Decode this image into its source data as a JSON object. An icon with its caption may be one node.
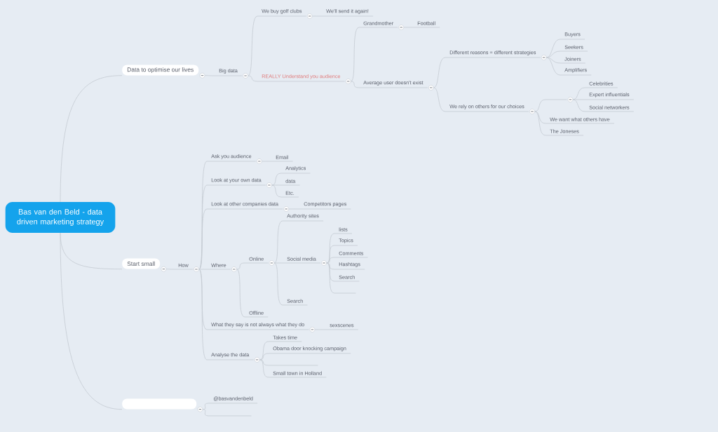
{
  "diagram": {
    "nodes": [
      {
        "text": [
          "Bas van den Beld - data driven marketing strategy"
        ]
      },
      {
        "text": [
          "Data to optimise our lives"
        ]
      },
      {
        "text": [
          "Big data"
        ]
      },
      {
        "text": [
          "We buy golf clubs"
        ]
      },
      {
        "text": [
          "We'll send it again!"
        ]
      },
      {
        "text": [
          "REALLY Understand you audience"
        ]
      },
      {
        "text": [
          "Grandmother"
        ]
      },
      {
        "text": [
          "Football"
        ]
      },
      {
        "text": [
          "Average user doesn't exist"
        ]
      },
      {
        "text": [
          "Different reasons = different strategies"
        ]
      },
      {
        "text": [
          "Buyers"
        ]
      },
      {
        "text": [
          "Seekers"
        ]
      },
      {
        "text": [
          "Joiners"
        ]
      },
      {
        "text": [
          "Amplifiers"
        ]
      },
      {
        "text": [
          "We rely on others for our choices"
        ]
      },
      {
        "text": [],
        "shape": "line"
      },
      {
        "text": [
          "Celebrities"
        ]
      },
      {
        "text": [
          "Expert influentials"
        ]
      },
      {
        "text": [
          "Social networkers"
        ]
      },
      {
        "text": [
          "We want what others have"
        ]
      },
      {
        "text": [
          "The Joneses"
        ]
      },
      {
        "text": [
          "Start small"
        ]
      },
      {
        "text": [
          "How"
        ]
      },
      {
        "text": [
          "Ask you audience"
        ]
      },
      {
        "text": [
          "Email"
        ]
      },
      {
        "text": [
          "Look at your own data"
        ]
      },
      {
        "text": [
          "Analytics"
        ]
      },
      {
        "text": [
          "data"
        ]
      },
      {
        "text": [
          "Etc."
        ]
      },
      {
        "text": [
          "Look at other companies data"
        ]
      },
      {
        "text": [
          "Competitors pages"
        ]
      },
      {
        "text": [
          "Where"
        ]
      },
      {
        "text": [
          "Online"
        ]
      },
      {
        "text": [
          "Authority sites"
        ]
      },
      {
        "text": [
          "Social media"
        ]
      },
      {
        "text": [
          "lists"
        ]
      },
      {
        "text": [
          "Topics"
        ]
      },
      {
        "text": [
          "Comments"
        ]
      },
      {
        "text": [
          "Hashtags"
        ]
      },
      {
        "text": [
          "Search"
        ]
      },
      {
        "text": [],
        "shape": "line"
      },
      {
        "text": [
          "Search"
        ]
      },
      {
        "text": [
          "Offline"
        ]
      },
      {
        "text": [
          "What they say is not always what they do"
        ]
      },
      {
        "text": [
          "sexscenes"
        ]
      },
      {
        "text": [
          "Analyse the data"
        ]
      },
      {
        "text": [
          "Takes time"
        ]
      },
      {
        "text": [
          "Obama door knocking campaign"
        ]
      },
      {
        "text": [],
        "shape": "line"
      },
      {
        "text": [
          "Small town in Holland"
        ]
      },
      {
        "text": [],
        "shape": "box"
      },
      {
        "text": [
          "@basvandenbeld"
        ]
      },
      {
        "text": [],
        "shape": "line"
      }
    ],
    "edges": [
      {
        "from": 0,
        "to": 1,
        "arrow": "none"
      },
      {
        "from": 1,
        "to": 2,
        "arrow": "none"
      },
      {
        "from": 2,
        "to": 3,
        "arrow": "none"
      },
      {
        "from": 3,
        "to": 4,
        "arrow": "none"
      },
      {
        "from": 2,
        "to": 5,
        "arrow": "none"
      },
      {
        "from": 5,
        "to": 6,
        "arrow": "none"
      },
      {
        "from": 6,
        "to": 7,
        "arrow": "none"
      },
      {
        "from": 5,
        "to": 8,
        "arrow": "none"
      },
      {
        "from": 8,
        "to": 9,
        "arrow": "none"
      },
      {
        "from": 9,
        "to": 10,
        "arrow": "none"
      },
      {
        "from": 9,
        "to": 11,
        "arrow": "none"
      },
      {
        "from": 9,
        "to": 12,
        "arrow": "none"
      },
      {
        "from": 9,
        "to": 13,
        "arrow": "none"
      },
      {
        "from": 8,
        "to": 14,
        "arrow": "none"
      },
      {
        "from": 14,
        "to": 15,
        "arrow": "none"
      },
      {
        "from": 15,
        "to": 16,
        "arrow": "none"
      },
      {
        "from": 15,
        "to": 17,
        "arrow": "none"
      },
      {
        "from": 15,
        "to": 18,
        "arrow": "none"
      },
      {
        "from": 14,
        "to": 19,
        "arrow": "none"
      },
      {
        "from": 14,
        "to": 20,
        "arrow": "none"
      },
      {
        "from": 0,
        "to": 21,
        "arrow": "none"
      },
      {
        "from": 21,
        "to": 22,
        "arrow": "none"
      },
      {
        "from": 22,
        "to": 23,
        "arrow": "none"
      },
      {
        "from": 23,
        "to": 24,
        "arrow": "none"
      },
      {
        "from": 22,
        "to": 25,
        "arrow": "none"
      },
      {
        "from": 25,
        "to": 26,
        "arrow": "none"
      },
      {
        "from": 25,
        "to": 27,
        "arrow": "none"
      },
      {
        "from": 25,
        "to": 28,
        "arrow": "none"
      },
      {
        "from": 22,
        "to": 29,
        "arrow": "none"
      },
      {
        "from": 29,
        "to": 30,
        "arrow": "none"
      },
      {
        "from": 22,
        "to": 31,
        "arrow": "none"
      },
      {
        "from": 31,
        "to": 32,
        "arrow": "none"
      },
      {
        "from": 32,
        "to": 33,
        "arrow": "none"
      },
      {
        "from": 32,
        "to": 34,
        "arrow": "none"
      },
      {
        "from": 34,
        "to": 35,
        "arrow": "none"
      },
      {
        "from": 34,
        "to": 36,
        "arrow": "none"
      },
      {
        "from": 34,
        "to": 37,
        "arrow": "none"
      },
      {
        "from": 34,
        "to": 38,
        "arrow": "none"
      },
      {
        "from": 34,
        "to": 39,
        "arrow": "none"
      },
      {
        "from": 34,
        "to": 40,
        "arrow": "none"
      },
      {
        "from": 32,
        "to": 41,
        "arrow": "none"
      },
      {
        "from": 31,
        "to": 42,
        "arrow": "none"
      },
      {
        "from": 22,
        "to": 43,
        "arrow": "none"
      },
      {
        "from": 43,
        "to": 44,
        "arrow": "none"
      },
      {
        "from": 22,
        "to": 45,
        "arrow": "none"
      },
      {
        "from": 45,
        "to": 46,
        "arrow": "none"
      },
      {
        "from": 45,
        "to": 47,
        "arrow": "none"
      },
      {
        "from": 45,
        "to": 48,
        "arrow": "none"
      },
      {
        "from": 45,
        "to": 49,
        "arrow": "none"
      },
      {
        "from": 0,
        "to": 50,
        "arrow": "none"
      },
      {
        "from": 50,
        "to": 51,
        "arrow": "none"
      },
      {
        "from": 50,
        "to": 52,
        "arrow": "none"
      }
    ]
  }
}
